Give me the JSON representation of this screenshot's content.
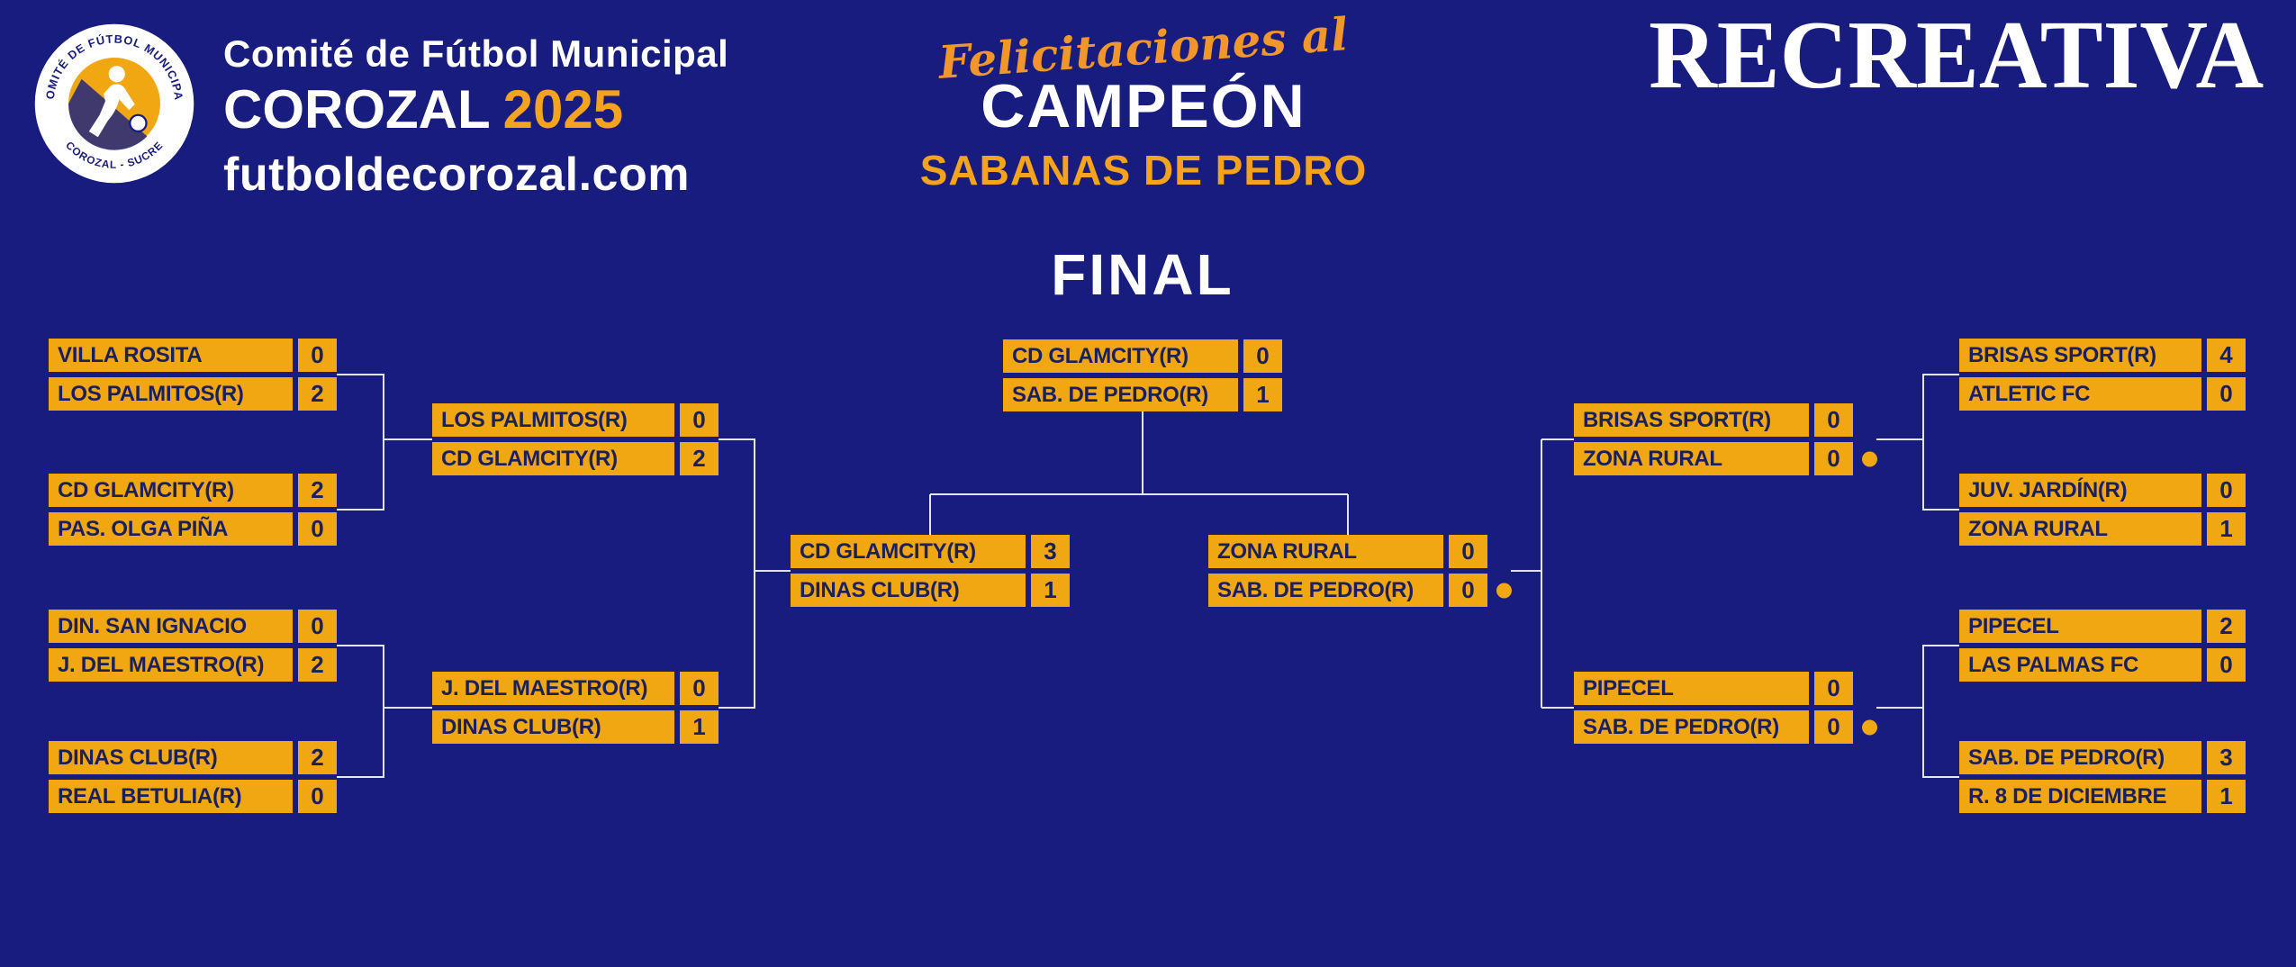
{
  "colors": {
    "background": "#171c7e",
    "box_gold": "#f0a712",
    "team_text": "#1a1f5e",
    "accent_gold": "#f5a31c",
    "script_orange": "#f0962a",
    "connector_line": "#e3e6f4",
    "white": "#ffffff"
  },
  "header": {
    "logo": {
      "arc_top": "COMITÉ DE FÚTBOL MUNICIPAL",
      "arc_bottom": "COROZAL - SUCRE"
    },
    "org_line1": "Comité de Fútbol Municipal",
    "org_city": "COROZAL",
    "year": "2025",
    "website": "futboldecorozal.com",
    "congrats_script": "Felicitaciones al",
    "champion_label": "CAMPEÓN",
    "champion_name": "SABANAS DE PEDRO",
    "category": "RECREATIVA"
  },
  "bracket": {
    "final_label": "FINAL",
    "matches": [
      {
        "id": "left-r1-m1",
        "rows": [
          {
            "team": "VILLA ROSITA",
            "score": "0"
          },
          {
            "team": "LOS PALMITOS(R)",
            "score": "2"
          }
        ]
      },
      {
        "id": "left-r1-m2",
        "rows": [
          {
            "team": "CD GLAMCITY(R)",
            "score": "2"
          },
          {
            "team": "PAS. OLGA PIÑA",
            "score": "0"
          }
        ]
      },
      {
        "id": "left-r1-m3",
        "rows": [
          {
            "team": "DIN. SAN IGNACIO",
            "score": "0"
          },
          {
            "team": "J. DEL MAESTRO(R)",
            "score": "2"
          }
        ]
      },
      {
        "id": "left-r1-m4",
        "rows": [
          {
            "team": "DINAS CLUB(R)",
            "score": "2"
          },
          {
            "team": "REAL BETULIA(R)",
            "score": "0"
          }
        ]
      },
      {
        "id": "left-r2-m1",
        "rows": [
          {
            "team": "LOS PALMITOS(R)",
            "score": "0"
          },
          {
            "team": "CD GLAMCITY(R)",
            "score": "2"
          }
        ]
      },
      {
        "id": "left-r2-m2",
        "rows": [
          {
            "team": "J. DEL MAESTRO(R)",
            "score": "0"
          },
          {
            "team": "DINAS CLUB(R)",
            "score": "1"
          }
        ]
      },
      {
        "id": "left-semifinal",
        "rows": [
          {
            "team": "CD GLAMCITY(R)",
            "score": "3"
          },
          {
            "team": "DINAS CLUB(R)",
            "score": "1"
          }
        ]
      },
      {
        "id": "final",
        "rows": [
          {
            "team": "CD GLAMCITY(R)",
            "score": "0"
          },
          {
            "team": "SAB. DE PEDRO(R)",
            "score": "1"
          }
        ]
      },
      {
        "id": "right-semifinal",
        "rows": [
          {
            "team": "ZONA RURAL",
            "score": "0"
          },
          {
            "team": "SAB. DE PEDRO(R)",
            "score": "0",
            "dot": true
          }
        ]
      },
      {
        "id": "right-r2-m1",
        "rows": [
          {
            "team": "BRISAS SPORT(R)",
            "score": "0"
          },
          {
            "team": "ZONA RURAL",
            "score": "0",
            "dot": true
          }
        ]
      },
      {
        "id": "right-r2-m2",
        "rows": [
          {
            "team": "PIPECEL",
            "score": "0"
          },
          {
            "team": "SAB. DE PEDRO(R)",
            "score": "0",
            "dot": true
          }
        ]
      },
      {
        "id": "right-r1-m1",
        "rows": [
          {
            "team": "BRISAS SPORT(R)",
            "score": "4"
          },
          {
            "team": "ATLETIC FC",
            "score": "0"
          }
        ]
      },
      {
        "id": "right-r1-m2",
        "rows": [
          {
            "team": "JUV. JARDÍN(R)",
            "score": "0"
          },
          {
            "team": "ZONA RURAL",
            "score": "1"
          }
        ]
      },
      {
        "id": "right-r1-m3",
        "rows": [
          {
            "team": "PIPECEL",
            "score": "2"
          },
          {
            "team": "LAS PALMAS FC",
            "score": "0"
          }
        ]
      },
      {
        "id": "right-r1-m4",
        "rows": [
          {
            "team": "SAB. DE PEDRO(R)",
            "score": "3"
          },
          {
            "team": "R. 8 DE DICIEMBRE",
            "score": "1"
          }
        ]
      }
    ]
  }
}
